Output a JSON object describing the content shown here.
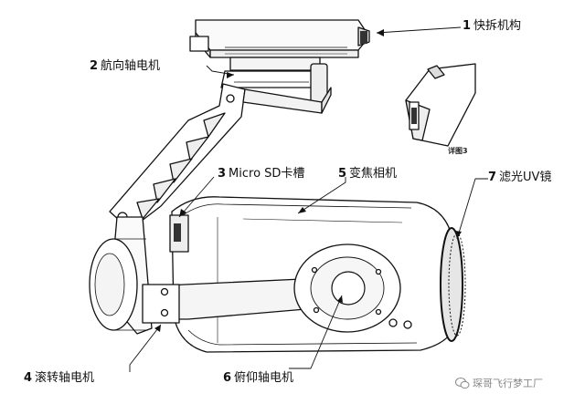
{
  "callouts": [
    {
      "num": "1",
      "label": "快拆机构"
    },
    {
      "num": "2",
      "label": "航向轴电机"
    },
    {
      "num": "3",
      "label": "Micro SD卡槽"
    },
    {
      "num": "4",
      "label": "滚转轴电机"
    },
    {
      "num": "5",
      "label": "变焦相机"
    },
    {
      "num": "6",
      "label": "俯仰轴电机"
    },
    {
      "num": "7",
      "label": "滤光UV镜"
    }
  ],
  "detail_label": "详图3",
  "watermark": "琛哥飞行梦工厂",
  "colors": {
    "ink": "#111111",
    "fill": "#ffffff",
    "shade": "#e6e6e6",
    "dark": "#333333"
  }
}
